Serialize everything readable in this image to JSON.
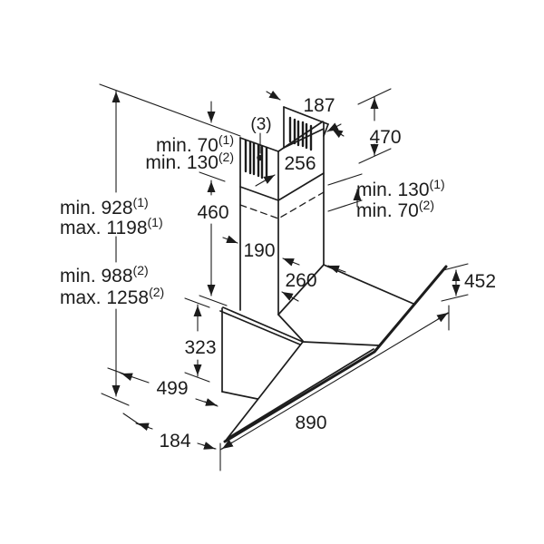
{
  "drawing": {
    "title": "chimney-hood-installation-dimension-diagram",
    "background": "#ffffff",
    "ink": "#1c1c1c",
    "labels": {
      "clearance_left_1": {
        "text": "min. 70",
        "sup": "(1)"
      },
      "clearance_left_2": {
        "text": "min. 130",
        "sup": "(2)"
      },
      "height_min_1": {
        "text": "min. 928",
        "sup": "(1)"
      },
      "height_max_1": {
        "text": "max. 1198",
        "sup": "(1)"
      },
      "height_min_2": {
        "text": "min. 988",
        "sup": "(2)"
      },
      "height_max_2": {
        "text": "max. 1258",
        "sup": "(2)"
      },
      "clearance_right_1": {
        "text": "min. 130",
        "sup": "(1)"
      },
      "clearance_right_2": {
        "text": "min. 70",
        "sup": "(2)"
      },
      "upper_duct_height": "470",
      "duct_top_depth": "187",
      "duct_front_width": "256",
      "vent_ref": "(3)",
      "lower_duct_height": "460",
      "duct_side_depth": "190",
      "duct_bottom_width": "260",
      "hood_end_height": "452",
      "body_back_height": "323",
      "hood_depth": "499",
      "hood_width": "890",
      "base_depth": "184"
    }
  }
}
